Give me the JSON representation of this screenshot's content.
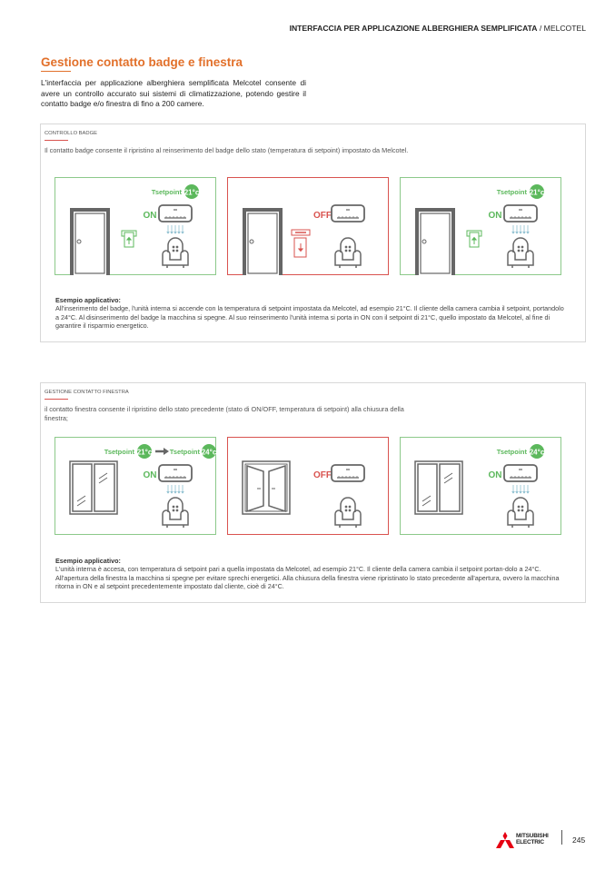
{
  "header": {
    "section": "INTERFACCIA PER APPLICAZIONE ALBERGHIERA SEMPLIFICATA",
    "separator": " / ",
    "brand": "MELCOTEL"
  },
  "title": "Gestione contatto badge e finestra",
  "intro": "L'interfaccia per applicazione alberghiera semplificata Melcotel consente di avere un controllo accurato sui sistemi di climatizzazione, potendo gestire il contatto badge e/o finestra di fino a 200 camere.",
  "colors": {
    "accent": "#e2702a",
    "on": "#5cb85c",
    "off": "#d9534f",
    "icon": "#666666"
  },
  "sections": [
    {
      "title": "CONTROLLO BADGE",
      "desc": "Il contatto badge consente il ripristino al reinserimento del badge dello stato (temperatura di setpoint) impostato da Melcotel.",
      "panels": [
        {
          "kind": "door",
          "state": "ON",
          "setpoint_label": "Tsetpoint",
          "setpoint": "21°c",
          "badge": "inserted"
        },
        {
          "kind": "door",
          "state": "OFF",
          "badge": "removed"
        },
        {
          "kind": "door",
          "state": "ON",
          "setpoint_label": "Tsetpoint",
          "setpoint": "21°c",
          "badge": "inserted"
        }
      ],
      "example_title": "Esempio applicativo:",
      "example_text": "All'inserimento del badge, l'unità interna si accende con la temperatura di setpoint impostata da Melcotel, ad esempio 21°C. Il cliente della camera cambia il setpoint, portandolo a 24°C. Al disinserimento del badge la macchina si spegne. Al suo reinserimento l'unità interna si porta in ON con il setpoint di 21°C, quello impostato da Melcotel, al fine di garantire il risparmio energetico."
    },
    {
      "title": "GESTIONE CONTATTO FINESTRA",
      "desc": "il contatto finestra consente il ripristino dello stato precedente (stato di ON/OFF, temperatura di setpoint) alla chiusura della finestra;",
      "panels": [
        {
          "kind": "window",
          "state": "ON",
          "setpoint_label": "Tsetpoint",
          "setpoint": "21°c",
          "setpoint2_label": "Tsetpoint",
          "setpoint2": "24°c"
        },
        {
          "kind": "window-open",
          "state": "OFF"
        },
        {
          "kind": "window",
          "state": "ON",
          "setpoint_label": "Tsetpoint",
          "setpoint": "24°c"
        }
      ],
      "example_title": "Esempio applicativo:",
      "example_text": "L'unità interna è accesa, con temperatura di setpoint pari a quella impostata da Melcotel, ad esempio 21°C. Il cliente della camera cambia il setpoint portan-dolo a 24°C. All'apertura della finestra la macchina si spegne per evitare sprechi energetici. Alla chiusura della finestra viene ripristinato lo stato precedente all'apertura, ovvero la macchina ritorna in ON e al setpoint precedentemente impostato dal cliente, cioè di 24°C."
    }
  ],
  "footer": {
    "logo": "MITSUBISHI ELECTRIC",
    "page": "245"
  }
}
